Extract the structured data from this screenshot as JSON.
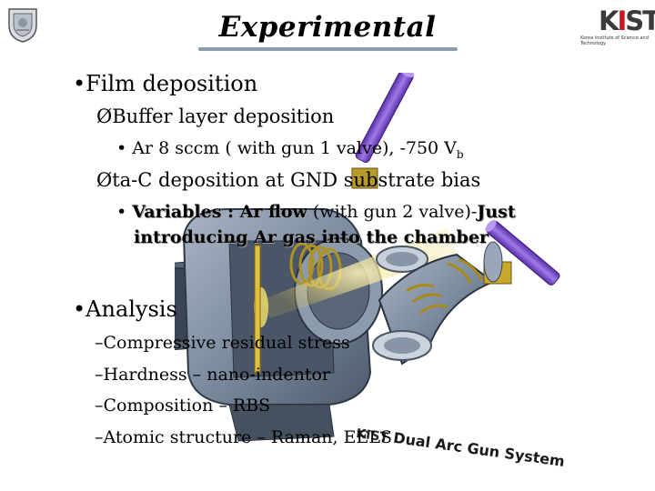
{
  "slide": {
    "title": "Experimental",
    "bullets": {
      "film_deposition": "Film deposition",
      "buffer_layer": "Buffer layer deposition",
      "ar_gun1": "Ar 8 sccm ( with gun 1 valve), -750 V",
      "vb_sub": "b",
      "tac_deposition": "ta-C deposition at GND substrate bias",
      "variables_label": "Variables : Ar flow",
      "variables_mid": " (with gun 2 valve)-",
      "variables_tail": "Just",
      "introducing": "introducing Ar gas into the chamber",
      "analysis": "Analysis",
      "analysis_items": [
        "–Compressive residual stress",
        "–Hardness – nano-indentor",
        "–Composition – RBS",
        "–Atomic structure – Raman, EELS"
      ]
    },
    "markers": {
      "dot": "•",
      "arrow": "Ø"
    },
    "logo_right": {
      "text_k": "K",
      "text_i": "I",
      "text_st": "ST",
      "subtitle": "Korea Institute of Science and Technology"
    },
    "device_label": {
      "kist": "KIST",
      "text": "Dual Arc Gun System"
    }
  },
  "colors": {
    "title_rule": "#8a9bb0",
    "chamber": "#7a8aa0",
    "gun_purple": "#7a4fc8",
    "coil": "#d4b84a",
    "arc_yellow": "#f2e36a"
  }
}
